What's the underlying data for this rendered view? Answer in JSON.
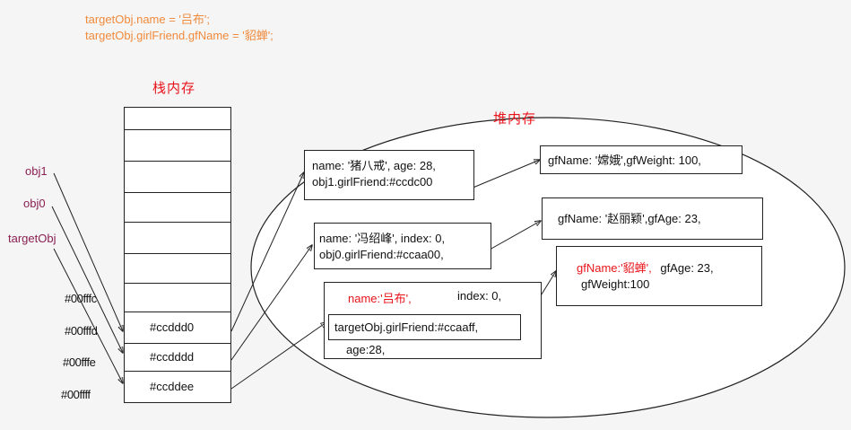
{
  "code": {
    "line1": "targetObj.name = '吕布';",
    "line2": "targetObj.girlFriend.gfName = '貂蝉';"
  },
  "stack": {
    "title": "栈内存",
    "variables": [
      "obj1",
      "obj0",
      "targetObj"
    ],
    "addresses": [
      "#00fffc",
      "#00fffd",
      "#00fffe",
      "#00ffff"
    ],
    "pointer_values": [
      "#ccddd0",
      "#ccdddd",
      "#ccddee"
    ]
  },
  "heap": {
    "title": "堆内存",
    "obj1": {
      "line1": "name: '猪八戒', age: 28,",
      "line2": "obj1.girlFriend:#ccdc00"
    },
    "obj0": {
      "line1": "name: '冯绍峰', index: 0,",
      "line2": "obj0.girlFriend:#ccaa00,"
    },
    "target": {
      "name": "name:'吕布',",
      "index": "index: 0,",
      "girlfriend_ref": "targetObj.girlFriend:#ccaaff,",
      "age": "age:28,"
    },
    "gf1": {
      "text": "gfName: '嫦娥',gfWeight: 100,"
    },
    "gf0": {
      "text": "gfName: '赵丽颖',gfAge: 23,"
    },
    "gf_target": {
      "name_part": "gfName:'貂蝉',",
      "age_part": "gfAge: 23,",
      "weight": "gfWeight:100"
    }
  }
}
